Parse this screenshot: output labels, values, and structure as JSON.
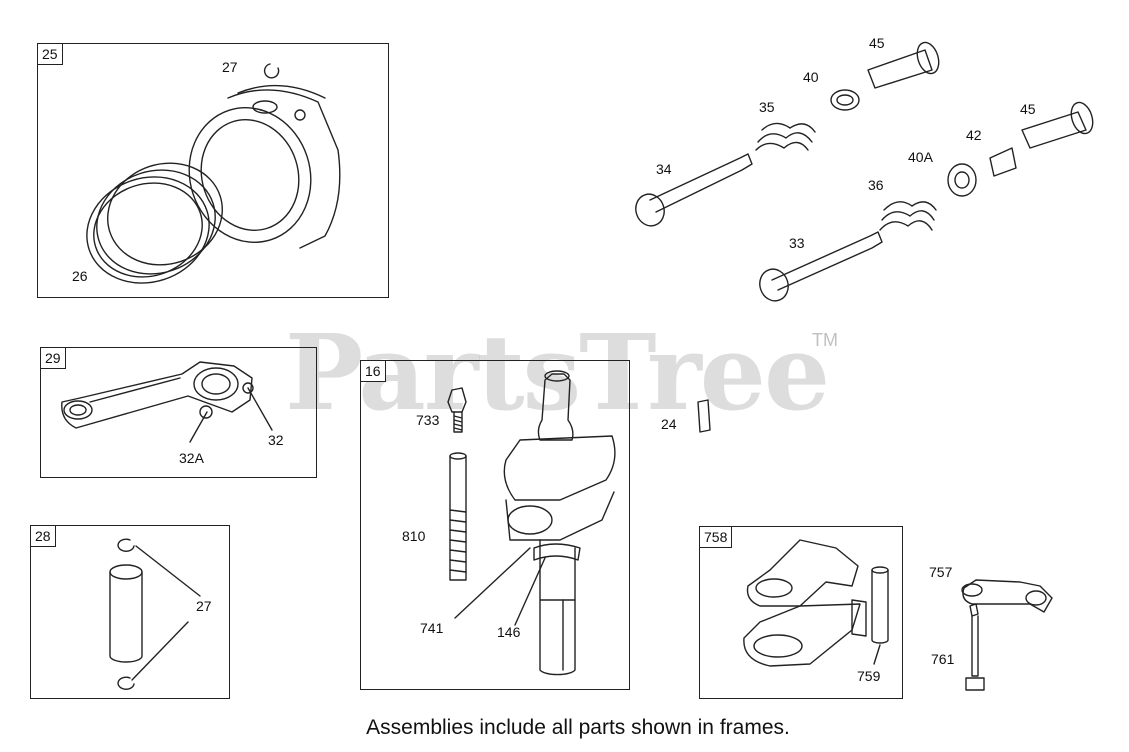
{
  "watermark": {
    "text": "PartsTree",
    "trademark": "TM"
  },
  "caption": "Assemblies include all parts shown in frames.",
  "frames": {
    "piston": {
      "tag": "25"
    },
    "connecting_rod": {
      "tag": "29"
    },
    "pin": {
      "tag": "28"
    },
    "crankshaft": {
      "tag": "16"
    },
    "rocker": {
      "tag": "758"
    }
  },
  "labels": {
    "l27_top": "27",
    "l26": "26",
    "l29_32A": "32A",
    "l29_32": "32",
    "l28_27": "27",
    "l733": "733",
    "l810": "810",
    "l741": "741",
    "l146": "146",
    "l24": "24",
    "l759": "759",
    "l757": "757",
    "l761": "761",
    "l45_top": "45",
    "l40": "40",
    "l35": "35",
    "l34": "34",
    "l45_mid": "45",
    "l42": "42",
    "l40A": "40A",
    "l36": "36",
    "l33": "33"
  }
}
